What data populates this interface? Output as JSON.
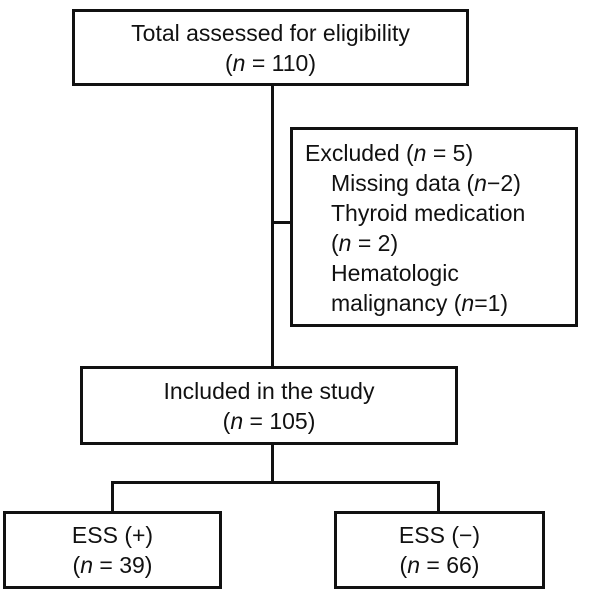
{
  "figure": {
    "type": "flow-diagram",
    "title": "Study participant flow diagram",
    "colors": {
      "stroke": "#111111",
      "background": "#ffffff",
      "text": "#111111"
    }
  },
  "nodes": {
    "total_assessed": {
      "label": "Total assessed for eligibility",
      "count_open": "(",
      "count_symbol": "n",
      "count_value": " = 110)"
    },
    "excluded": {
      "heading_text": "Excluded (",
      "heading_symbol": "n",
      "heading_value": " = 5)",
      "reasons": [
        {
          "text": "Missing data (",
          "symbol": "n",
          "value": "−2)"
        },
        {
          "text": "Thyroid medication",
          "symbol": "",
          "value": ""
        },
        {
          "text": "(",
          "symbol": "n",
          "value": " = 2)"
        },
        {
          "text": "Hematologic",
          "symbol": "",
          "value": ""
        },
        {
          "text": "malignancy (",
          "symbol": "n",
          "value": "=1)"
        }
      ]
    },
    "included": {
      "label": "Included in the study",
      "count_open": "(",
      "count_symbol": "n",
      "count_value": " = 105)"
    },
    "ess_positive": {
      "label": "ESS (+)",
      "count_open": "(",
      "count_symbol": "n",
      "count_value": " = 39)"
    },
    "ess_negative": {
      "label": "ESS (−)",
      "count_open": "(",
      "count_symbol": "n",
      "count_value": " = 66)"
    }
  },
  "chart_data": {
    "type": "table",
    "title": "Study participant flow",
    "categories": [
      "Total assessed for eligibility",
      "Excluded",
      "Missing data",
      "Thyroid medication",
      "Hematologic malignancy",
      "Included in the study",
      "ESS (+)",
      "ESS (−)"
    ],
    "values": [
      110,
      5,
      2,
      2,
      1,
      105,
      39,
      66
    ],
    "xlabel": "",
    "ylabel": "n",
    "legend": []
  }
}
